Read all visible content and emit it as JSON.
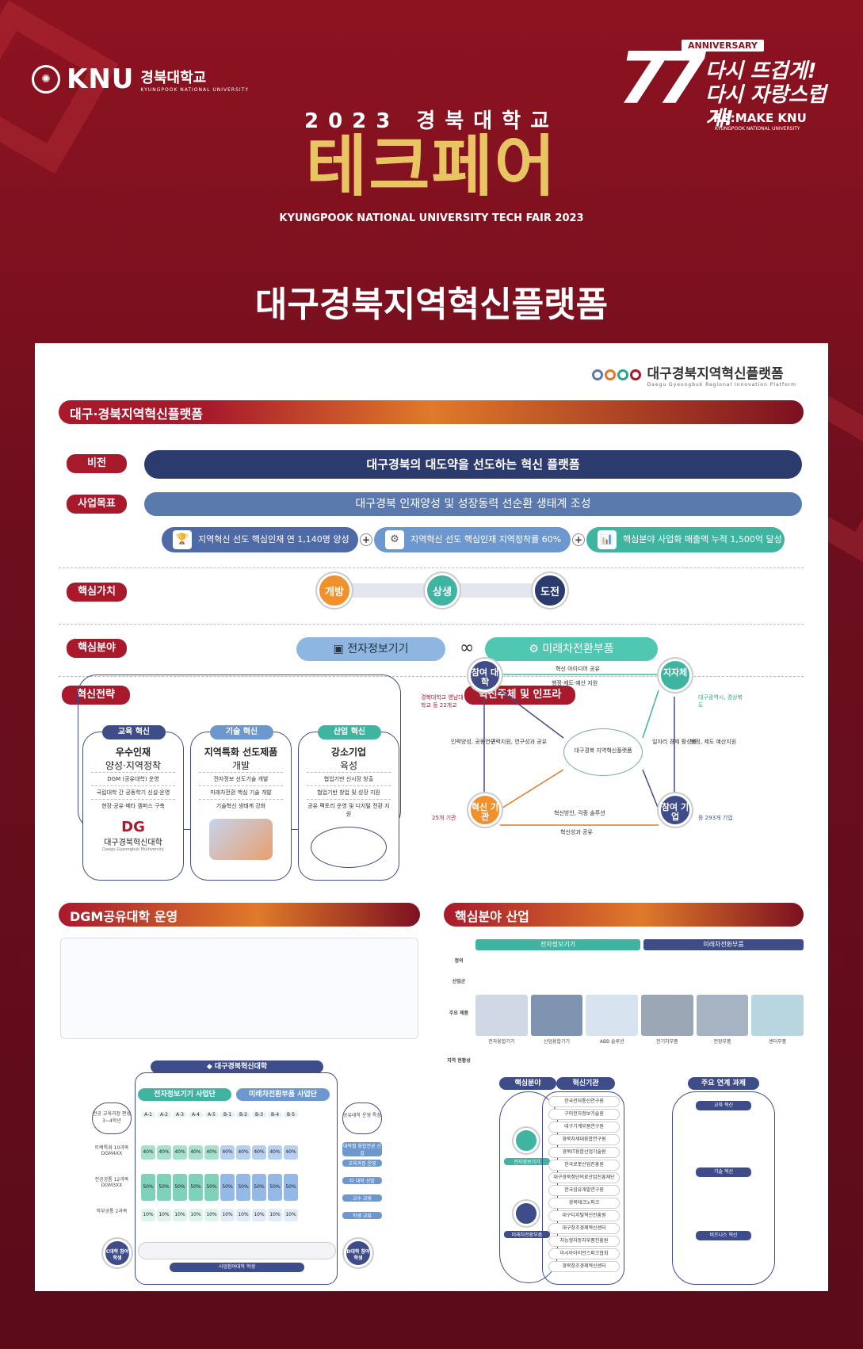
{
  "header": {
    "knu_brand": "KNU",
    "knu_korean": "경북대학교",
    "knu_english": "KYUNGPOOK NATIONAL UNIVERSITY",
    "anniv_tag": "ANNIVERSARY",
    "anniv_number": "77",
    "anniv_slogan_1": "다시 뜨겁게!",
    "anniv_slogan_2": "다시 자랑스럽게!",
    "anniv_remake": "RE:MAKE KNU",
    "anniv_en": "KYUNGPOOK NATIONAL UNIVERSITY",
    "year_line": "2023 경북대학교",
    "fair_title": "테크페어",
    "fair_english": "KYUNGPOOK NATIONAL UNIVERSITY TECH FAIR 2023",
    "main_title": "대구경북지역혁신플랫폼"
  },
  "platform_logo": {
    "name": "대구경북지역혁신플랫폼",
    "english": "Daegu Gyeongbuk Regional Innovation Platform"
  },
  "section1": {
    "title": "대구·경북지역혁신플랫폼"
  },
  "vision": {
    "label": "비전",
    "text": "대구경북의 대도약을 선도하는 혁신 플랫폼"
  },
  "goal": {
    "label": "사업목표",
    "text": "대구경북 인재양성 및 성장동력 선순환 생태계 조성",
    "subgoals": [
      "지역혁신 선도 핵심인재 연 1,140명 양성",
      "지역혁신 선도 핵심인재 지역정착률 60% 달성",
      "핵심분야 사업화 매출액 누적 1,500억 달성"
    ]
  },
  "values": {
    "label": "핵심가치",
    "items": [
      "개방",
      "상생",
      "도전"
    ]
  },
  "fields": {
    "label": "핵심분야",
    "items": [
      "전자정보기기",
      "미래차전환부품"
    ],
    "link": "∞"
  },
  "strategy": {
    "label": "혁신전략",
    "cards": [
      {
        "tag": "교육 혁신",
        "t1": "우수인재",
        "t2": "양성·지역정착",
        "items": [
          "DGM (공유대학) 운영",
          "국립대학 간 공동학기 신설·운영",
          "현장·공유·메타 캠퍼스 구축"
        ],
        "foot": "대구경북혁신대학",
        "foot_en": "Daegu-Gyeongbuk Multiversity"
      },
      {
        "tag": "기술 혁신",
        "t1": "지역특화 선도제품",
        "t2": "개발",
        "items": [
          "전자정보 선도기술 개발",
          "미래차전환 핵심 기술 개발",
          "기술혁신 생태계 강화"
        ]
      },
      {
        "tag": "산업 혁신",
        "t1": "강소기업",
        "t2": "육성",
        "items": [
          "협업기반 신시장 창출",
          "협업기반 창업 및 성장 지원",
          "공유 팩토리 운영 및 디지털 전환 지원"
        ]
      }
    ]
  },
  "infra": {
    "label": "혁신주체 및 인프라",
    "nodes": [
      "참여 대학",
      "지자체",
      "혁신 기관",
      "참여 기업"
    ],
    "center": "대구경북 지역혁신플랫폼",
    "univ_note": "경북대학교 영남대학교 등 22개교",
    "gov_note": "대구광역시, 경상북도",
    "inst_note": "25개 기관",
    "corp_note": "등 293개 기업",
    "edges": [
      "혁신 아이디어 공유",
      "행정·제도·예산 지원",
      "인력양성, 공동연구",
      "인력지원, 연구성과 공유",
      "일자리 경제 활성화",
      "행정, 제도 예산지원",
      "혁신방안, 각종 솔루션",
      "혁신성과 공유"
    ]
  },
  "dgm": {
    "label": "DGM공유대학 운영",
    "logo": "대구경북혁신대학",
    "tracks": [
      "전자정보기기 사업단",
      "미래차전환부품 사업단"
    ],
    "left_labels": [
      "전공 교육과정 편성 3~4학년",
      "트랙특화 10과목 DGM4XX",
      "전공공통 12과목 DGM3XX",
      "학부공통 2과목"
    ],
    "right_labels": [
      "공유대학 운영 특징",
      "대학별 융합전공 신설",
      "교육과정 운영",
      "타 대학 선발",
      "교수 교류",
      "학생 교류"
    ],
    "track_names": [
      "A-1",
      "A-2",
      "A-3",
      "A-4",
      "A-5",
      "B-1",
      "B-2",
      "B-3",
      "B-4",
      "B-5"
    ],
    "row_pcts": [
      "40%",
      "50%",
      "10%"
    ],
    "bottom_left": "C대학 참여학생",
    "bottom_right": "D대학 참여학생",
    "bottom_mid": "사업참여대학 학생"
  },
  "industry": {
    "label": "핵심분야 산업",
    "cols": [
      "전자정보기기",
      "미래차전환부품"
    ],
    "rows": [
      "정의",
      "산업군",
      "주요 제품",
      "지역 현황성"
    ],
    "products_a": [
      "전자융합기기",
      "산업융합기기",
      "ABB 솔루션"
    ],
    "products_b": [
      "전기차부품",
      "전장부품",
      "센터부품"
    ],
    "flow_heads": [
      "핵심분야",
      "혁신기관",
      "주요 연계 과제"
    ],
    "flow_fields": [
      "전자정보기기",
      "미래차전환부품"
    ],
    "institutions": [
      "한국전자통신연구원",
      "구미전자정보기술원",
      "대구기계부품연구원",
      "경북차세대융합연구원",
      "경북IT융합산업기술원",
      "한국로봇산업진흥원",
      "대구경북첨단의료산업진흥재단",
      "한국섬유개발연구원",
      "경북테크노파크",
      "대구디지털혁신진흥원",
      "대구창조경제혁신센터",
      "지능형자동차부품진흥원",
      "아시아아이언스파크협회",
      "경북창조경제혁신센터"
    ],
    "tasks": [
      "교육 혁신",
      "기술 혁신",
      "비즈니스 혁신"
    ]
  }
}
